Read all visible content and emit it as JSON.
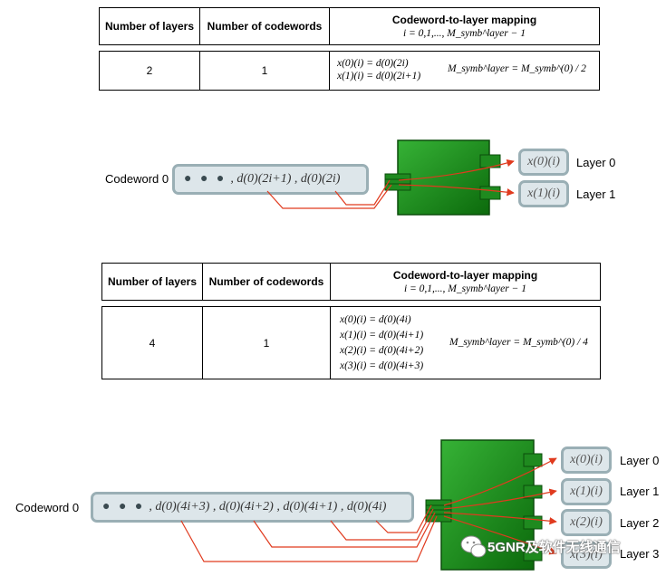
{
  "table1": {
    "h_layers": "Number of layers",
    "h_codewords": "Number of codewords",
    "h_mapping": "Codeword-to-layer mapping",
    "h_mapping_sub": "i = 0,1,..., M_symb^layer − 1",
    "layers": "2",
    "codewords": "1",
    "eq0": "x(0)(i) = d(0)(2i)",
    "eq1": "x(1)(i) = d(0)(2i+1)",
    "ratio": "M_symb^layer = M_symb^(0) / 2"
  },
  "diagram1": {
    "codeword_label": "Codeword 0",
    "dots": "● ● ●",
    "sym_a": ", d(0)(2i+1) , d(0)(2i)",
    "out0": "x(0)(i)",
    "out1": "x(1)(i)",
    "layer0": "Layer 0",
    "layer1": "Layer 1"
  },
  "table2": {
    "h_layers": "Number of layers",
    "h_codewords": "Number of codewords",
    "h_mapping": "Codeword-to-layer mapping",
    "h_mapping_sub": "i = 0,1,..., M_symb^layer − 1",
    "layers": "4",
    "codewords": "1",
    "eq0": "x(0)(i) = d(0)(4i)",
    "eq1": "x(1)(i) = d(0)(4i+1)",
    "eq2": "x(2)(i) = d(0)(4i+2)",
    "eq3": "x(3)(i) = d(0)(4i+3)",
    "ratio": "M_symb^layer = M_symb^(0) / 4"
  },
  "diagram2": {
    "codeword_label": "Codeword 0",
    "dots": "● ● ●",
    "sym_a": ", d(0)(4i+3) , d(0)(4i+2) , d(0)(4i+1) , d(0)(4i)",
    "out0": "x(0)(i)",
    "out1": "x(1)(i)",
    "out2": "x(2)(i)",
    "out3": "x(3)(i)",
    "layer0": "Layer 0",
    "layer1": "Layer 1",
    "layer2": "Layer 2",
    "layer3": "Layer 3"
  },
  "watermark": "5GNR及软件无线通信",
  "colors": {
    "mapper_green": "#1f8a1f",
    "arrow_red": "#e03a1e",
    "box_fill": "#dde6ea",
    "box_border": "#9aafb5"
  }
}
